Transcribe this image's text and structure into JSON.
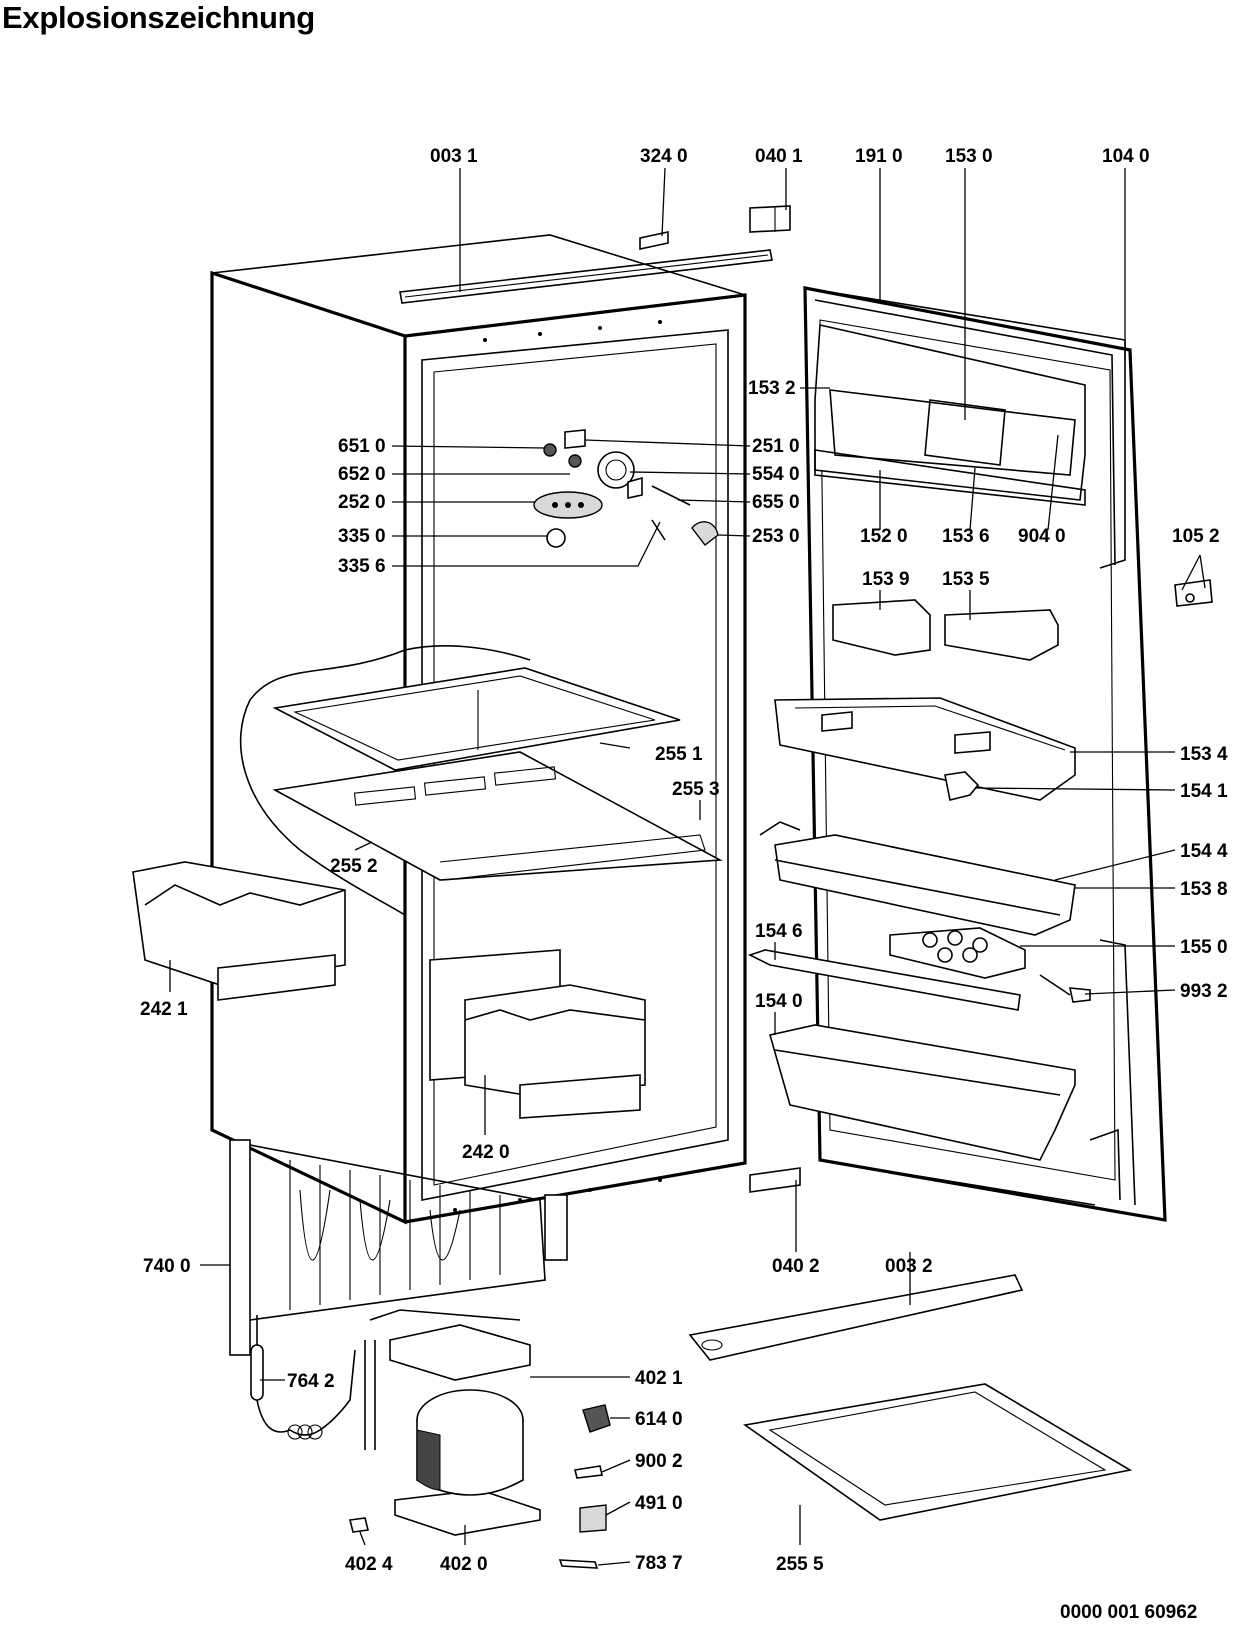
{
  "title": "Explosionszeichnung",
  "document_number": "0000 001 60962",
  "part_labels": [
    "003 1",
    "324 0",
    "040 1",
    "191 0",
    "153 0",
    "104 0",
    "153 2",
    "651 0",
    "251 0",
    "652 0",
    "554 0",
    "252 0",
    "655 0",
    "335 0",
    "253 0",
    "335 6",
    "152 0",
    "153 6",
    "904 0",
    "105 2",
    "153 9",
    "153 5",
    "255 1",
    "153 4",
    "255 3",
    "154 1",
    "154 4",
    "255 2",
    "153 8",
    "154 6",
    "155 0",
    "242 1",
    "993 2",
    "154 0",
    "242 0",
    "740 0",
    "040 2",
    "003 2",
    "402 1",
    "764 2",
    "614 0",
    "900 2",
    "491 0",
    "402 4",
    "402 0",
    "783 7",
    "255 5"
  ]
}
